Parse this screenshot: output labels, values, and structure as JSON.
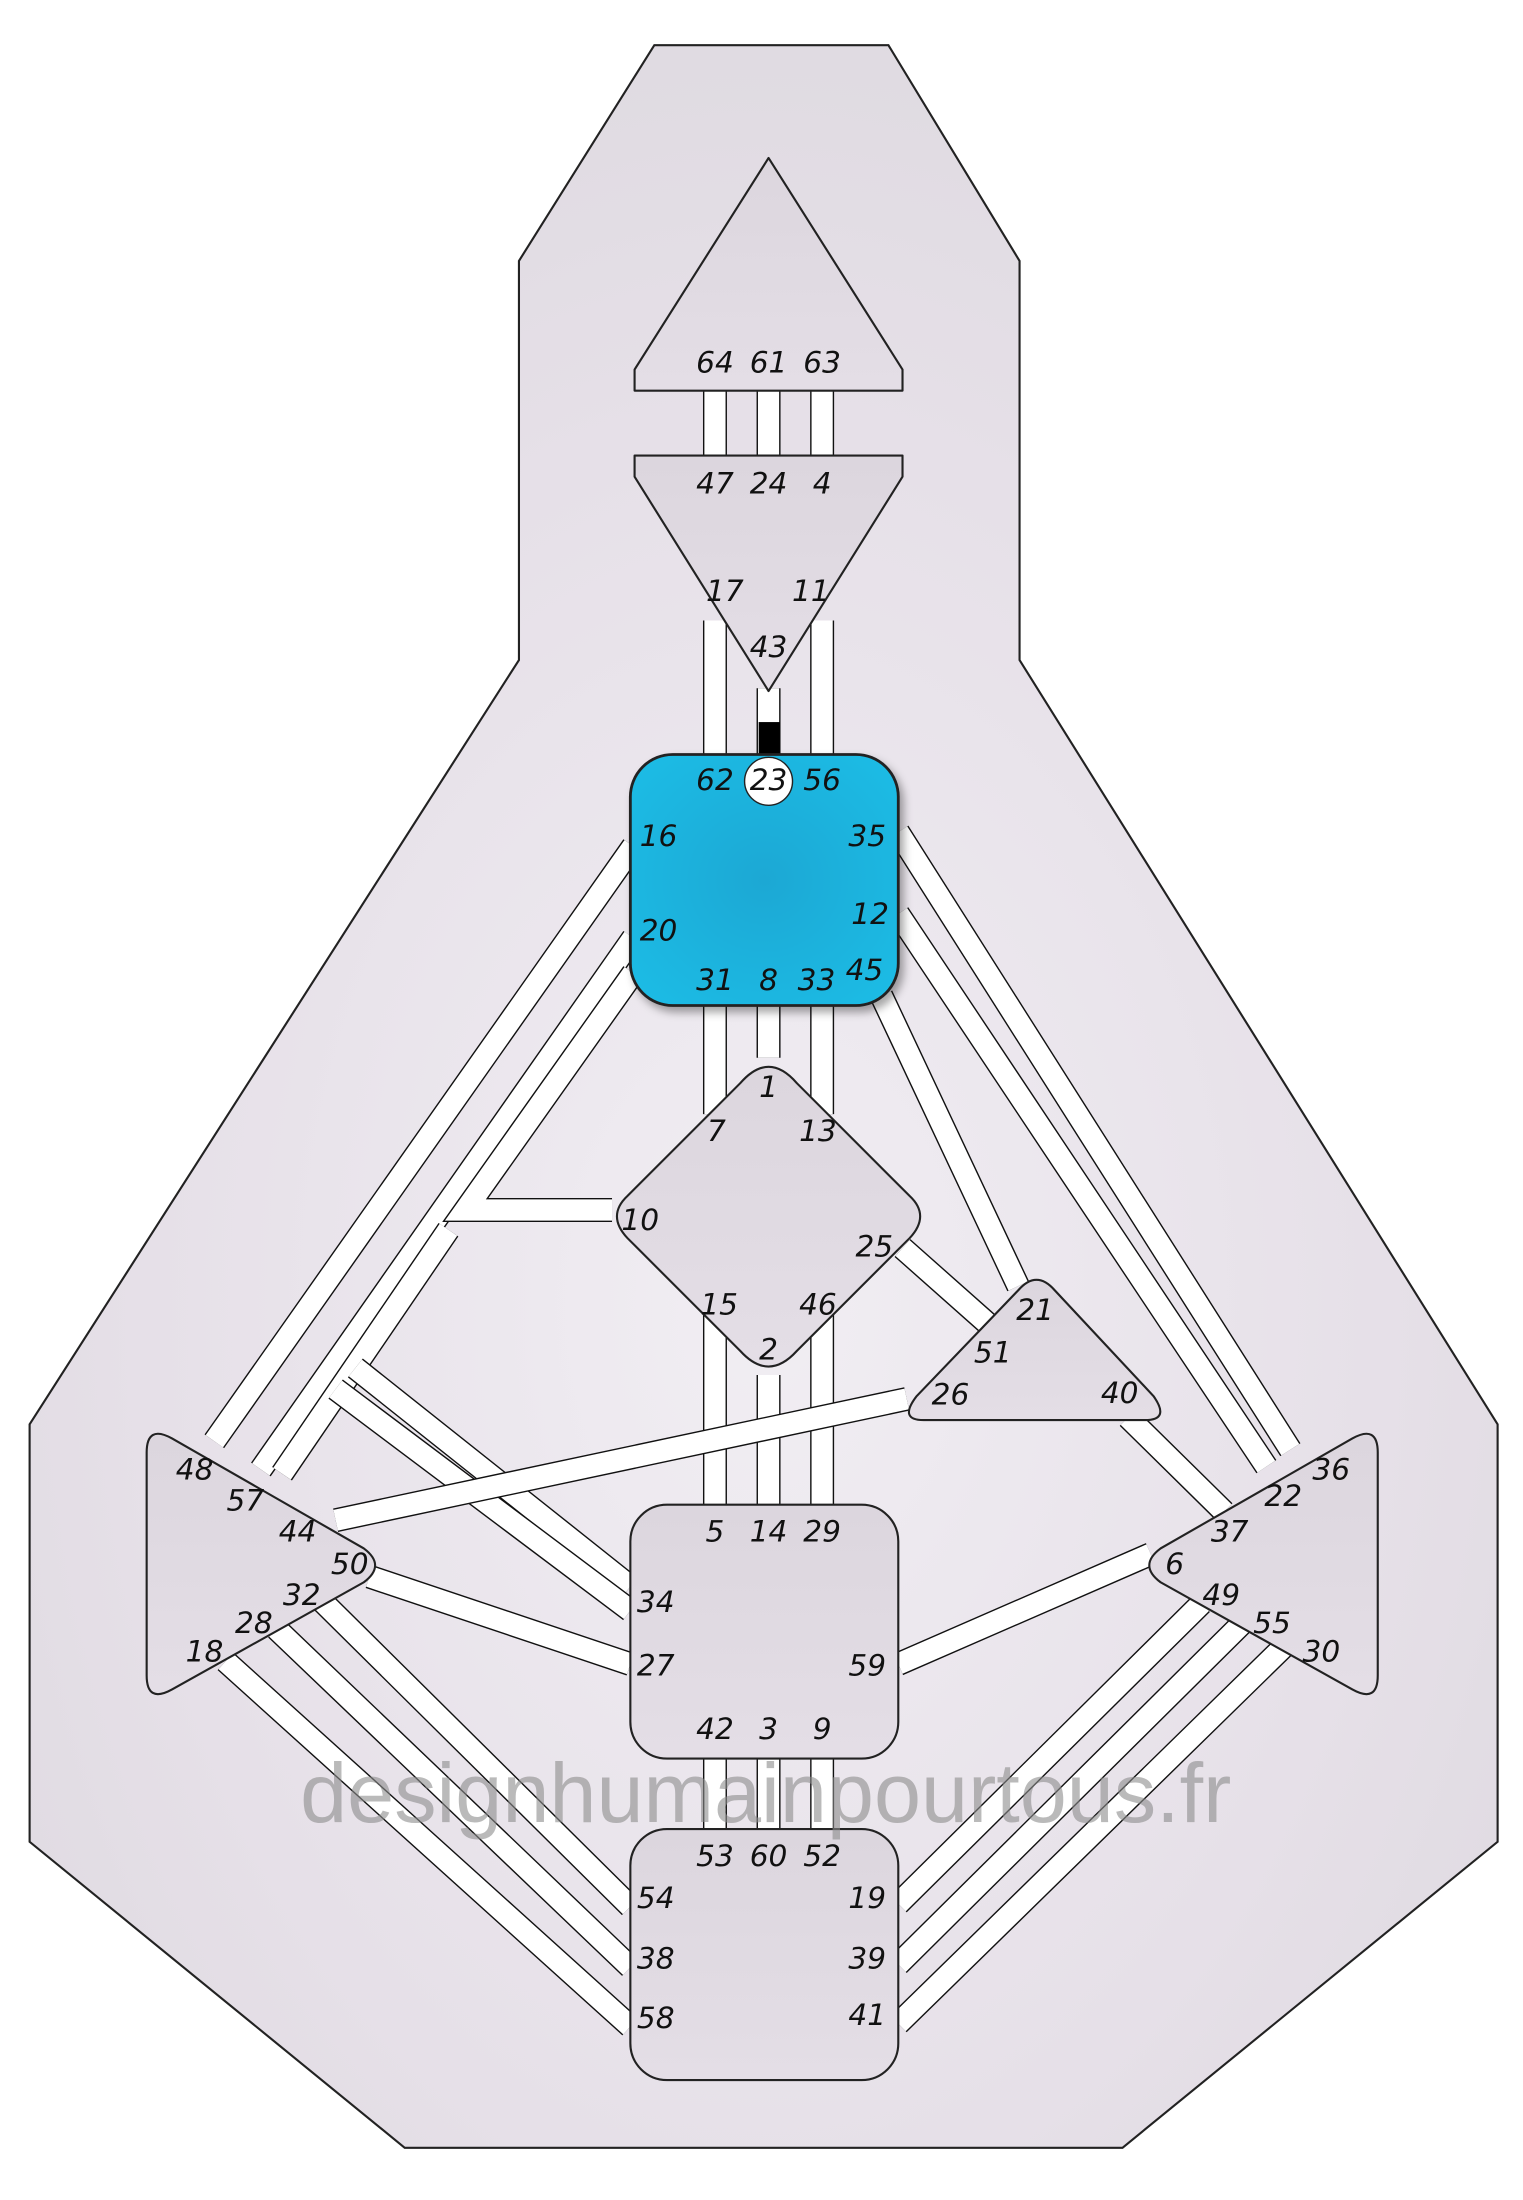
{
  "watermark": "designhumainpourtous.fr",
  "colors": {
    "defined_center": "#1bb4de",
    "undefined_center": "#ddd6df",
    "body": "#e9e4ec",
    "channel": "#ffffff",
    "defined_gate_segment": "#000000"
  },
  "centers": {
    "head": {
      "gates": [
        "64",
        "61",
        "63"
      ],
      "defined": false
    },
    "ajna": {
      "gates": [
        "47",
        "24",
        "4",
        "17",
        "11",
        "43"
      ],
      "defined": false
    },
    "throat": {
      "gates": [
        "62",
        "23",
        "56",
        "16",
        "35",
        "20",
        "12",
        "31",
        "8",
        "33",
        "45"
      ],
      "defined": true,
      "active_gate": "23"
    },
    "g": {
      "gates": [
        "1",
        "7",
        "13",
        "10",
        "25",
        "15",
        "46",
        "2"
      ],
      "defined": false
    },
    "heart": {
      "gates": [
        "21",
        "51",
        "26",
        "40"
      ],
      "defined": false
    },
    "sacral": {
      "gates": [
        "5",
        "14",
        "29",
        "34",
        "27",
        "59",
        "42",
        "3",
        "9"
      ],
      "defined": false
    },
    "root": {
      "gates": [
        "53",
        "60",
        "52",
        "54",
        "38",
        "58",
        "19",
        "39",
        "41"
      ],
      "defined": false
    },
    "spleen": {
      "gates": [
        "48",
        "57",
        "44",
        "50",
        "32",
        "28",
        "18"
      ],
      "defined": false
    },
    "solar_plexus": {
      "gates": [
        "36",
        "22",
        "37",
        "6",
        "49",
        "55",
        "30"
      ],
      "defined": false
    }
  }
}
